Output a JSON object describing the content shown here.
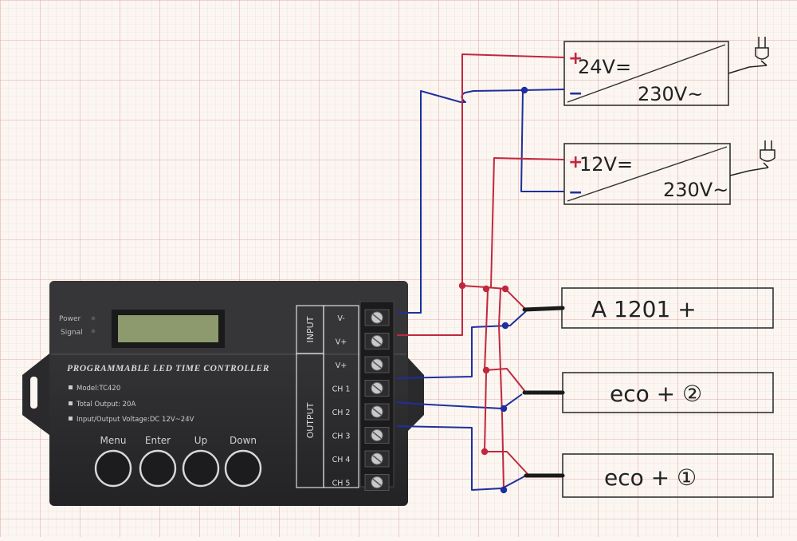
{
  "controller": {
    "indicators": {
      "power": "Power",
      "signal": "Signal"
    },
    "title": "PROGRAMMABLE LED TIME CONTROLLER",
    "specs": [
      "Model:TC420",
      "Total Output: 20A",
      "Input/Output Voltage:DC 12V~24V"
    ],
    "buttons": [
      "Menu",
      "Enter",
      "Up",
      "Down"
    ],
    "input_label": "INPUT",
    "output_label": "OUTPUT",
    "terminals": [
      "V-",
      "V+",
      "V+",
      "CH 1",
      "CH 2",
      "CH 3",
      "CH 4",
      "CH 5"
    ]
  },
  "power_supplies": [
    {
      "plus": "+",
      "minus": "−",
      "output": "24V=",
      "input": "230V~"
    },
    {
      "plus": "+",
      "minus": "−",
      "output": "12V=",
      "input": "230V~"
    }
  ],
  "loads": [
    "A 1201 +",
    "eco + ②",
    "eco + ①"
  ],
  "colors": {
    "positive_wire": "#c0283e",
    "negative_wire": "#1e2f9e",
    "controller_body": "#2e2e30",
    "grid_major": "#e4a9a4",
    "grid_minor": "#f0d3cf"
  }
}
